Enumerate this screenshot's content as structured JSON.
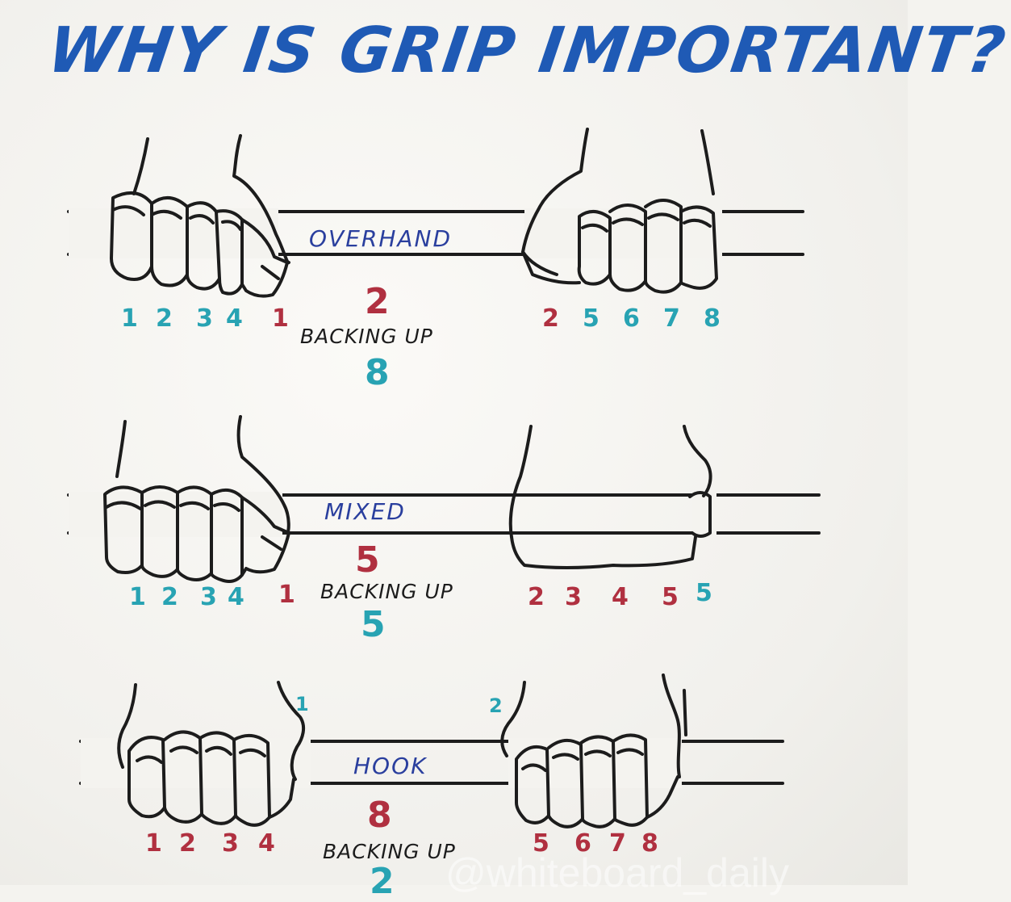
{
  "title": "WHY IS GRIP IMPORTANT?",
  "colors": {
    "title": "#1f5ab5",
    "label": "#2a3f9e",
    "red": "#b03040",
    "teal": "#28a3b3",
    "ink": "#1c1c1c"
  },
  "sections": [
    {
      "grip": "OVERHAND",
      "count": "2",
      "backing": "BACKING UP",
      "backing_count": "8",
      "left_numbers": [
        "1",
        "2",
        "3",
        "4",
        "1"
      ],
      "right_numbers": [
        "2",
        "5",
        "6",
        "7",
        "8"
      ]
    },
    {
      "grip": "MIXED",
      "count": "5",
      "backing": "BACKING UP",
      "backing_count": "5",
      "left_numbers": [
        "1",
        "2",
        "3",
        "4",
        "1"
      ],
      "right_numbers": [
        "2",
        "3",
        "4",
        "5",
        "5"
      ]
    },
    {
      "grip": "HOOK",
      "count": "8",
      "backing": "BACKING UP",
      "backing_count": "2",
      "left_numbers": [
        "1",
        "2",
        "3",
        "4"
      ],
      "right_numbers": [
        "5",
        "6",
        "7",
        "8"
      ],
      "left_thumb_number": "1",
      "right_thumb_number": "2"
    }
  ],
  "watermark": "@whiteboard_daily"
}
